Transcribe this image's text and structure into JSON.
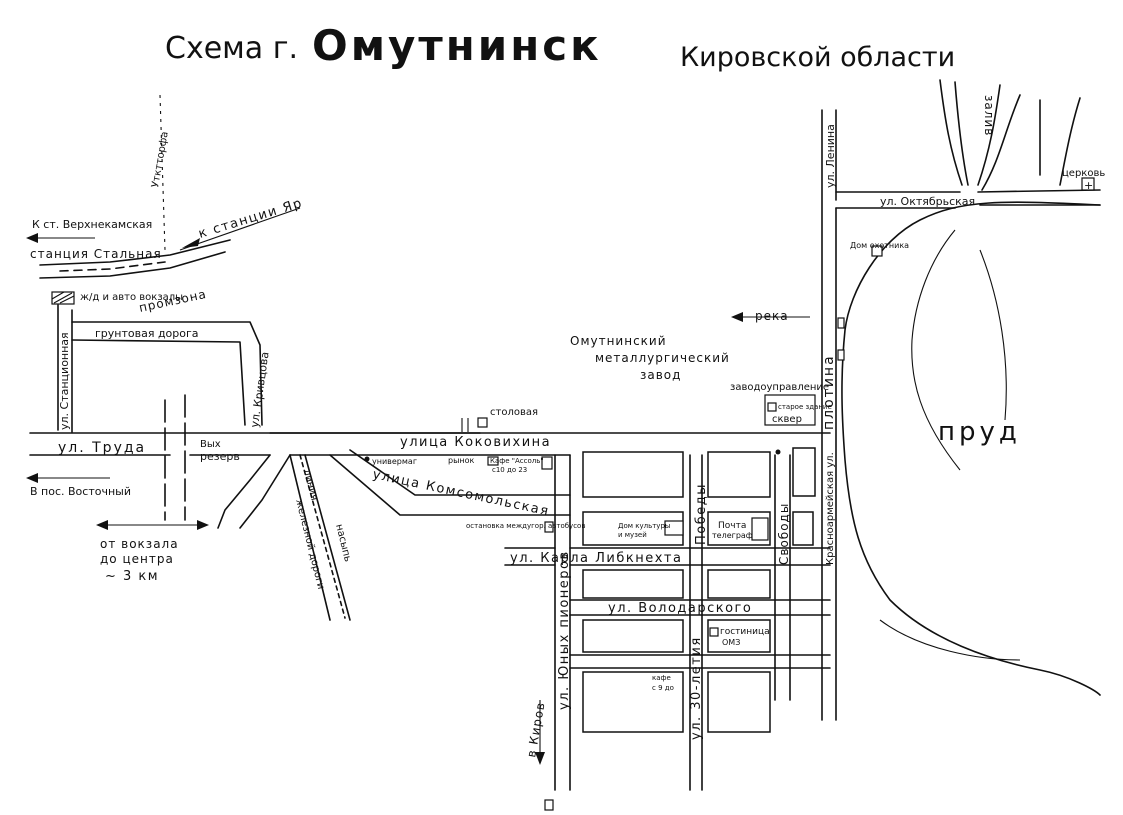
{
  "title": {
    "scheme": "Схема г.",
    "city": "Омутнинск",
    "region": "Кировской области"
  },
  "directions": {
    "verkhnekamskaya": "К ст. Верхнекамская",
    "yar": "к станции Яр",
    "utkrtorfa": "Утктторфа",
    "vostochny": "В пос. Восточный",
    "kirov": "в Киров",
    "reka": "река"
  },
  "distance": {
    "line1": "от вокзала",
    "line2": "до центра",
    "line3": "~ 3 км"
  },
  "streets": {
    "stantsionnaya": "ул. Станционная",
    "truda": "ул. Труда",
    "krivtsova": "ул. Кривцова",
    "kokovikhina": "улица Коковихина",
    "komsomolskaya": "улица Комсомольская",
    "karla_libknekhta": "ул. Карла Либкнехта",
    "volodarskogo": "ул. Володарского",
    "yunykh_pionerov": "ул. Юных пионеров",
    "pobedy": "Победы",
    "let30": "ул. 30-летия",
    "svobody": "Свободы",
    "krasnoarmeyskaya": "Красноармейская ул.",
    "lenina": "ул. Ленина",
    "oktyabrskaya": "ул. Октябрьская",
    "plotina": "плотина",
    "gruntovaya": "грунтовая дорога",
    "zhd_line1": "линия",
    "zhd_line2": "железной дороги",
    "zhd_nasyp": "насыпь"
  },
  "places": {
    "station": "станция Стальная",
    "vokzaly": "ж/д и авто вокзалы",
    "promzona": "промзона",
    "vykhod": "Вых",
    "rezerv": "резерв",
    "stolovaya": "столовая",
    "zavod1": "Омутнинский",
    "zavod2": "металлургический",
    "zavod3": "завод",
    "zavodoupravlenie": "заводоуправление",
    "zdaniye": "старое здание",
    "skver": "сквер",
    "pond": "пруд",
    "zaliv": "залив",
    "church": "церковь",
    "dom_okhotnika": "Дом охотника",
    "univermag": "универмаг",
    "rynok": "рынок",
    "kafe": "Кафе \"Ассоль\"",
    "kafe_addr": "с10 до 23",
    "avtobus": "остановка междугор. автобусов",
    "dk": "Дом культуры",
    "muzey": "и музей",
    "pochta": "Почта",
    "telegraf": "телеграф",
    "hotel": "гостиница",
    "hotel2": "ОМЗ",
    "kafe2": "кафе",
    "kafe2_addr": "с 9 до"
  }
}
